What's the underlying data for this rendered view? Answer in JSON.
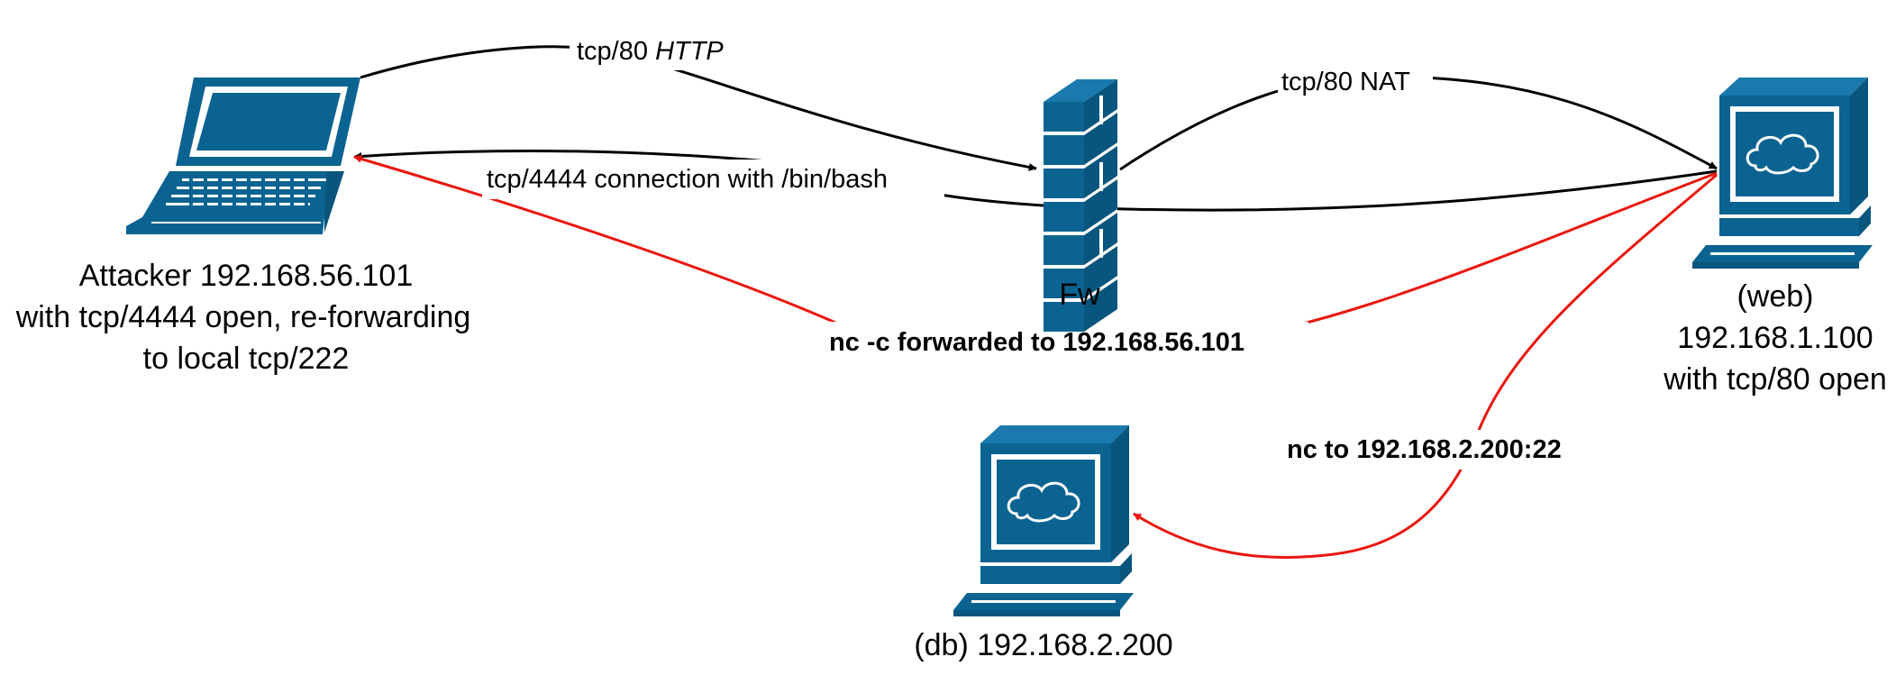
{
  "colors": {
    "device_fill": "#0b6391",
    "device_light": "#ffffff",
    "edge_black": "#000000",
    "edge_red": "#e8170f"
  },
  "nodes": {
    "attacker": {
      "icon": "laptop-icon",
      "line1": "Attacker 192.168.56.101",
      "line2": "with tcp/4444 open, re-forwarding",
      "line3": "to local tcp/222"
    },
    "firewall": {
      "icon": "firewall-icon",
      "label": "Fw"
    },
    "web": {
      "icon": "workstation-icon",
      "line1": "(web)",
      "line2": "192.168.1.100",
      "line3": "with tcp/80 open"
    },
    "db": {
      "icon": "workstation-icon",
      "label": "(db) 192.168.2.200"
    }
  },
  "edges": {
    "http": {
      "text": "tcp/80 ",
      "text_italic": "HTTP"
    },
    "nat": {
      "text": "tcp/80 NAT"
    },
    "reverse": {
      "text": "tcp/4444 connection with /bin/bash"
    },
    "nc_forward": {
      "text": "nc -c forwarded to 192.168.56.101"
    },
    "nc_db": {
      "text": "nc to 192.168.2.200:22"
    }
  }
}
